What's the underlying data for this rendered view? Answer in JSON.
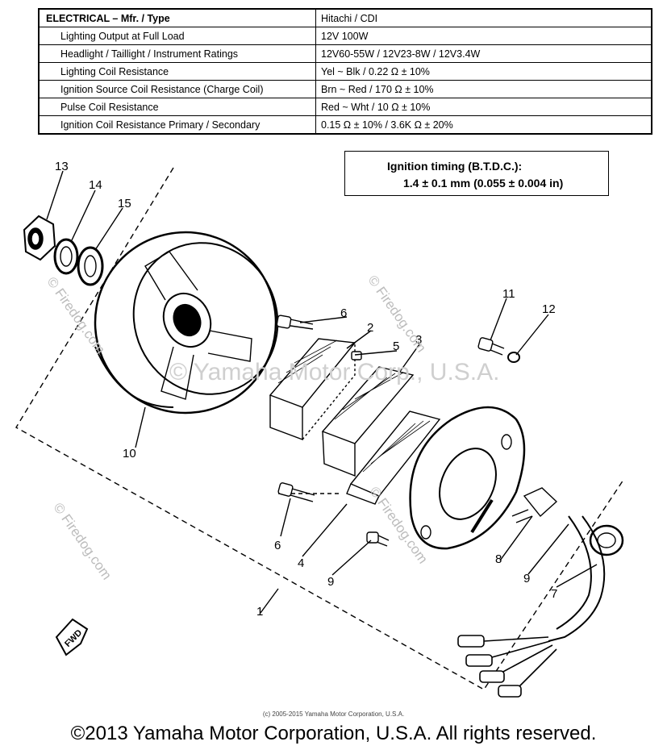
{
  "spec_table": {
    "header": {
      "label": "ELECTRICAL – Mfr. / Type",
      "value": "Hitachi / CDI"
    },
    "rows": [
      {
        "label": "Lighting Output at Full Load",
        "value": "12V 100W"
      },
      {
        "label": "Headlight / Taillight / Instrument Ratings",
        "value": "12V60-55W / 12V23-8W / 12V3.4W"
      },
      {
        "label": "Lighting Coil Resistance",
        "value": "Yel ~ Blk / 0.22 Ω ± 10%"
      },
      {
        "label": "Ignition Source Coil Resistance (Charge Coil)",
        "value": "Brn ~ Red / 170 Ω ± 10%"
      },
      {
        "label": "Pulse Coil Resistance",
        "value": "Red ~ Wht / 10 Ω ± 10%"
      },
      {
        "label": "Ignition Coil Resistance Primary / Secondary",
        "value": "0.15 Ω ± 10% / 3.6K Ω ± 20%"
      }
    ]
  },
  "timing": {
    "title": "Ignition timing (B.T.D.C.):",
    "value": "1.4 ± 0.1 mm (0.055 ± 0.004 in)"
  },
  "callouts": [
    "1",
    "2",
    "3",
    "4",
    "5",
    "6",
    "6",
    "7",
    "8",
    "9",
    "9",
    "10",
    "11",
    "12",
    "13",
    "14",
    "15"
  ],
  "fwd_label": "FWD",
  "watermarks": {
    "firedog": "© Firedog.com",
    "center": "© Yamaha Motor Corp., U.S.A."
  },
  "small_copyright": "(c) 2005-2015 Yamaha Motor Corporation, U.S.A.",
  "big_copyright": "©2013 Yamaha Motor Corporation, U.S.A. All rights reserved."
}
